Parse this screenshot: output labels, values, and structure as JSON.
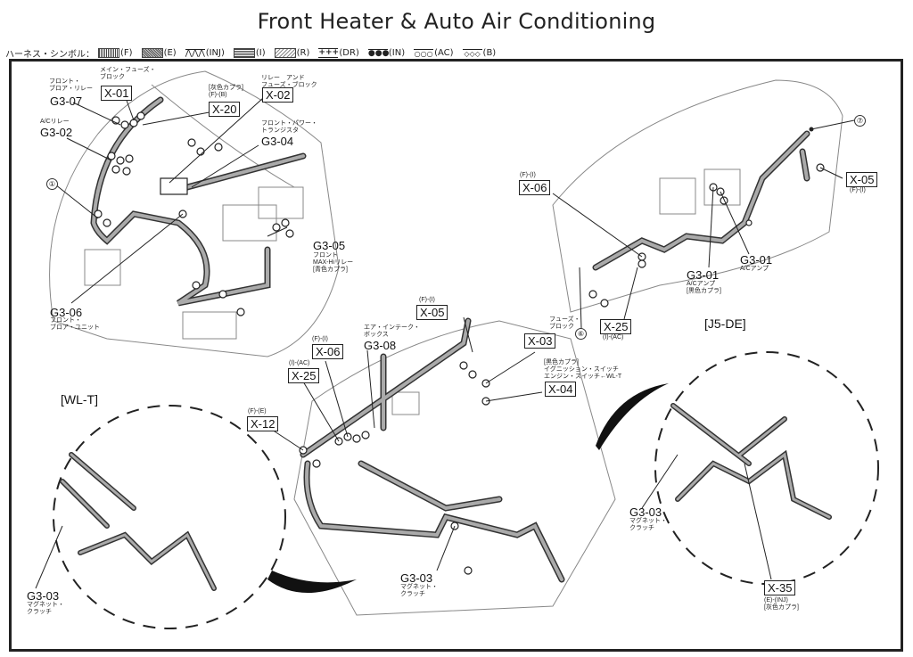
{
  "title": "Front Heater & Auto Air Conditioning",
  "legend": {
    "prefix": "ハーネス・シンボル：",
    "items": [
      {
        "code": "(F)",
        "pattern": "vertical-hatch"
      },
      {
        "code": "(E)",
        "pattern": "dotted-fill"
      },
      {
        "code": "(INJ)",
        "pattern": "zigzag"
      },
      {
        "code": "(I)",
        "pattern": "horizontal-hatch"
      },
      {
        "code": "(R)",
        "pattern": "diagonal-hatch"
      },
      {
        "code": "(DR)",
        "pattern": "plus-row"
      },
      {
        "code": "(IN)",
        "pattern": "filled-dots"
      },
      {
        "code": "(AC)",
        "pattern": "open-circles"
      },
      {
        "code": "(B)",
        "pattern": "small-diamonds"
      }
    ]
  },
  "variants": {
    "wl_t": "[WL-T]",
    "j5_de": "[J5-DE]"
  },
  "callouts": {
    "c1": "①",
    "c6": "⑥",
    "c7": "⑦",
    "c6b": "⑥"
  },
  "labels": {
    "x01": {
      "code": "X-01",
      "desc": [
        "メイン・フューズ・",
        "ブロック"
      ]
    },
    "g307": {
      "code": "G3-07",
      "desc": [
        "フロント・",
        "ブロア・リレー"
      ]
    },
    "x20": {
      "code": "X-20",
      "desc": [
        "[灰色カプラ]",
        "(F)-(B)"
      ]
    },
    "x02": {
      "code": "X-02",
      "desc": [
        "リレー　アンド",
        "フューズ・ブロック"
      ]
    },
    "g302": {
      "code": "G3-02",
      "desc": [
        "A/Cリレー"
      ]
    },
    "g304": {
      "code": "G3-04",
      "desc": [
        "フロント・パワー・",
        "トランジスタ"
      ]
    },
    "g305": {
      "code": "G3-05",
      "desc": [
        "フロント",
        "MAX-Hiリレー",
        "[青色カプラ]"
      ]
    },
    "g306": {
      "code": "G3-06",
      "desc": [
        "フロント・",
        "ブロア・ユニット"
      ]
    },
    "x06_top": {
      "code": "X-06",
      "desc": [
        "(F)-(I)"
      ]
    },
    "x05_top": {
      "code": "X-05",
      "desc": [
        "(F)-(I)"
      ]
    },
    "g301_a": {
      "code": "G3-01",
      "desc": [
        "A/Cアンプ",
        "[黒色カプラ]"
      ]
    },
    "g301_b": {
      "code": "G3-01",
      "desc": [
        "A/Cアンプ"
      ]
    },
    "x25_top": {
      "code": "X-25",
      "desc": [
        "(I)-(AC)"
      ]
    },
    "x05_mid": {
      "code": "X-05",
      "desc": [
        "(F)-(I)"
      ]
    },
    "x06_mid": {
      "code": "X-06",
      "desc": [
        "(F)-(I)"
      ]
    },
    "x25_mid": {
      "code": "X-25",
      "desc": [
        "(I)-(AC)"
      ]
    },
    "g308": {
      "code": "G3-08",
      "desc": [
        "エア・インテーク・",
        "ボックス"
      ]
    },
    "x03": {
      "code": "X-03",
      "desc": [
        "フューズ・",
        "ブロック"
      ]
    },
    "x04": {
      "code": "X-04",
      "desc": [
        "[黒色カプラ]",
        "イグニッション・スイッチ",
        "エンジン・スイッチ←WL-T"
      ]
    },
    "x12": {
      "code": "X-12",
      "desc": [
        "(F)-(E)"
      ]
    },
    "g303_left": {
      "code": "G3-03",
      "desc": [
        "マグネット・",
        "クラッチ"
      ]
    },
    "g303_mid": {
      "code": "G3-03",
      "desc": [
        "マグネット・",
        "クラッチ"
      ]
    },
    "g303_right": {
      "code": "G3-03",
      "desc": [
        "マグネット・",
        "クラッチ"
      ]
    },
    "x35": {
      "code": "X-35",
      "desc": [
        "(E)-(INJ)",
        "[灰色カプラ]"
      ]
    }
  }
}
